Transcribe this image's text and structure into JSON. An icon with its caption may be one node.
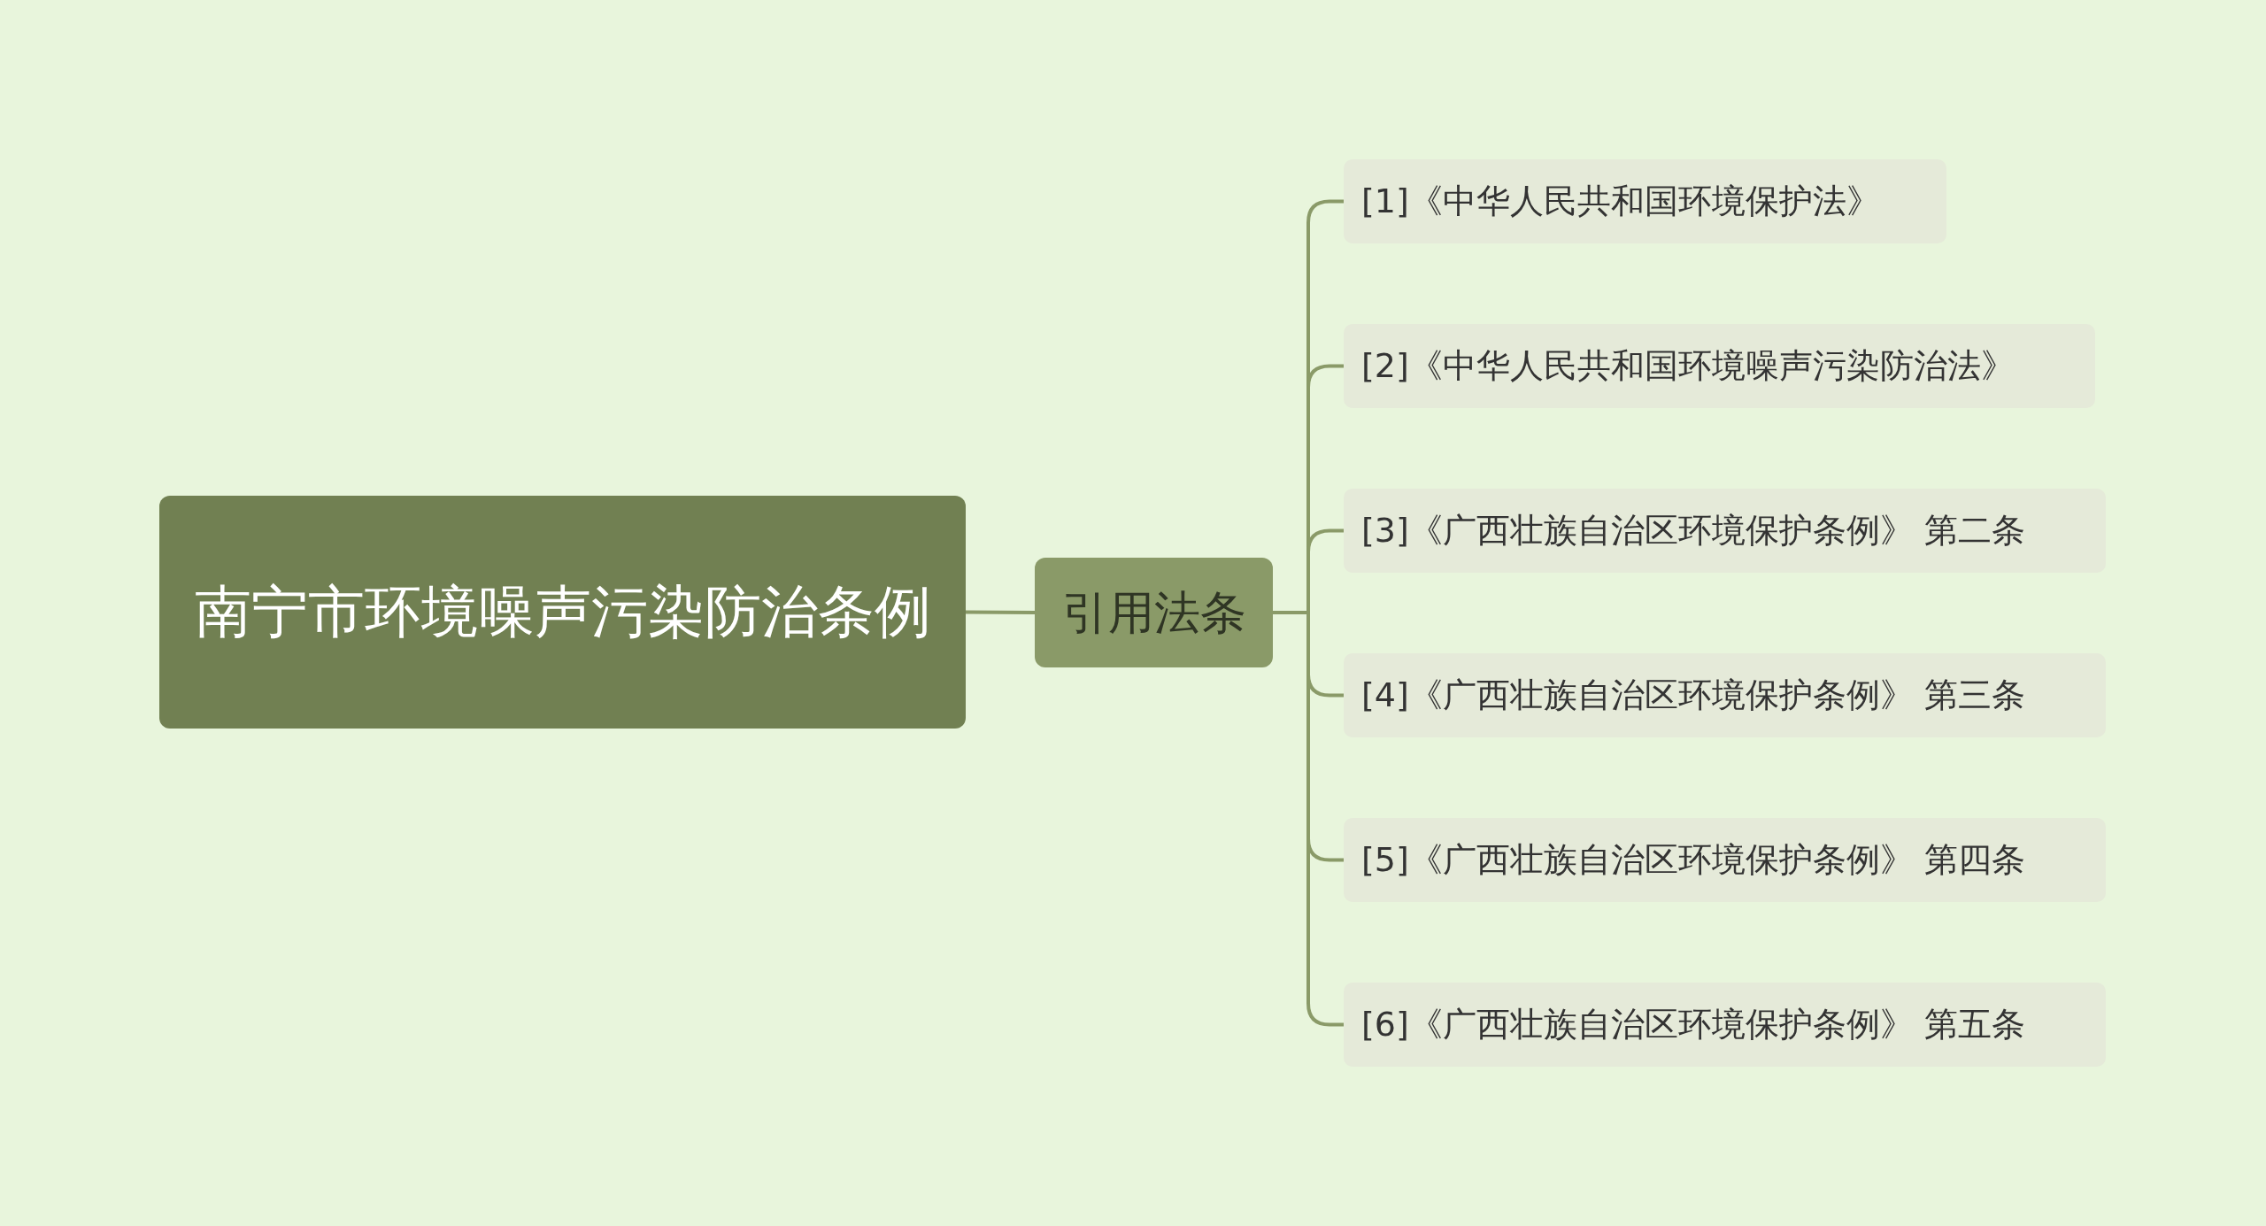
{
  "diagram": {
    "nodes": [
      {
        "text": [
          "南宁市环境噪声污染防治条例"
        ]
      },
      {
        "text": [
          "引用法条"
        ]
      },
      {
        "text": [
          "[1]《中华人民共和国环境保护法》"
        ]
      },
      {
        "text": [
          "[2]《中华人民共和国环境噪声污染防治法》"
        ]
      },
      {
        "text": [
          "[3]《广西壮族自治区环境保护条例》 第二条"
        ]
      },
      {
        "text": [
          "[4]《广西壮族自治区环境保护条例》 第三条"
        ]
      },
      {
        "text": [
          "[5]《广西壮族自治区环境保护条例》 第四条"
        ]
      },
      {
        "text": [
          "[6]《广西壮族自治区环境保护条例》 第五条"
        ]
      }
    ],
    "edges": [
      {
        "from": 0,
        "to": 1,
        "arrow": "none"
      },
      {
        "from": 1,
        "to": 2,
        "arrow": "none"
      },
      {
        "from": 1,
        "to": 3,
        "arrow": "none"
      },
      {
        "from": 1,
        "to": 4,
        "arrow": "none"
      },
      {
        "from": 1,
        "to": 5,
        "arrow": "none"
      },
      {
        "from": 1,
        "to": 6,
        "arrow": "none"
      },
      {
        "from": 1,
        "to": 7,
        "arrow": "none"
      }
    ]
  }
}
